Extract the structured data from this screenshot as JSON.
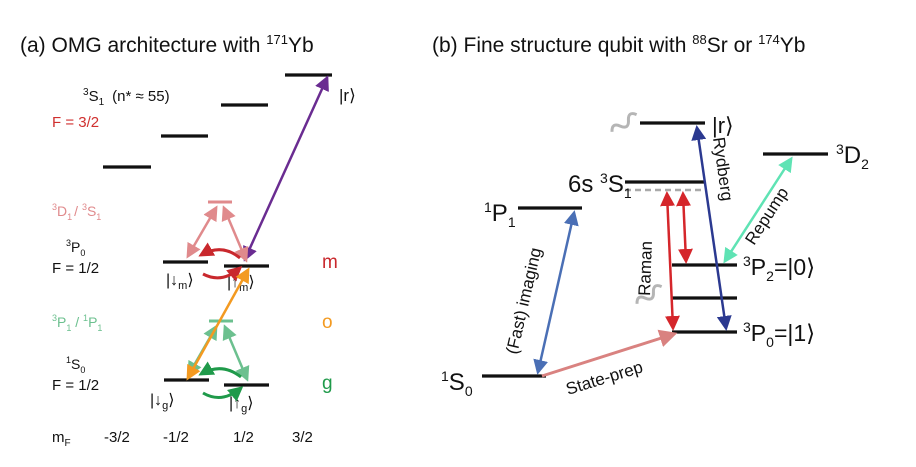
{
  "colors": {
    "black": "#111111",
    "red_label": "#d0302f",
    "pink": "#e08a8c",
    "dark_red": "#c9282d",
    "green_light": "#6cc08f",
    "green": "#1f9a4a",
    "orange": "#f39a21",
    "purple": "#6a2c91",
    "blue": "#4a6fb5",
    "navy": "#2b3990",
    "salmon": "#d98280",
    "mint": "#5fe3b4",
    "red_arrow": "#d5262b",
    "gray": "#a9a9a9"
  },
  "panel_a": {
    "title_main": "(a) OMG architecture with ",
    "title_sup": "171",
    "title_tail": "Yb",
    "rydberg": {
      "sup": "3",
      "base": "S",
      "sub": "1",
      "note": "(n* ≈ 55)",
      "F": "F = 3/2"
    },
    "d1s1": {
      "sup1": "3",
      "base1": "D",
      "sub1": "1",
      "sep": "/ ",
      "sup2": "3",
      "base2": "S",
      "sub2": "1"
    },
    "p0": {
      "sup": "3",
      "base": "P",
      "sub": "0",
      "F": "F = 1/2"
    },
    "p1": {
      "sup1": "3",
      "base1": "P",
      "sub1": "1",
      "sep": " / ",
      "sup2": "1",
      "base2": "P",
      "sub2": "1"
    },
    "s0": {
      "sup": "1",
      "base": "S",
      "sub": "0",
      "F": "F = 1/2"
    },
    "ket_r": "|r⟩",
    "ket_down_m": {
      "open": "|",
      "arrow": "↓",
      "sub": "m",
      "close": "⟩"
    },
    "ket_up_m": {
      "open": "|",
      "arrow": "↑",
      "sub": "m",
      "close": "⟩"
    },
    "ket_down_g": {
      "open": "|",
      "arrow": "↓",
      "sub": "g",
      "close": "⟩"
    },
    "ket_up_g": {
      "open": "|",
      "arrow": "↑",
      "sub": "g",
      "close": "⟩"
    },
    "label_m": "m",
    "label_o": "o",
    "label_g": "g",
    "mf_axis": {
      "base": "m",
      "sub": "F",
      "ticks": [
        "-3/2",
        "-1/2",
        "1/2",
        "3/2"
      ]
    }
  },
  "panel_b": {
    "title_main": "(b) Fine structure qubit with ",
    "title_sup1": "88",
    "title_mid": "Sr or ",
    "title_sup2": "174",
    "title_tail": "Yb",
    "p1": {
      "sup": "1",
      "base": "P",
      "sub": "1"
    },
    "s1": {
      "prefix": "6s ",
      "sup": "3",
      "base": "S",
      "sub": "1"
    },
    "d2": {
      "sup": "3",
      "base": "D",
      "sub": "2"
    },
    "s0": {
      "sup": "1",
      "base": "S",
      "sub": "0"
    },
    "p2": {
      "sup": "3",
      "base": "P",
      "sub": "2",
      "ket": "=|0⟩"
    },
    "p0": {
      "sup": "3",
      "base": "P",
      "sub": "0",
      "ket": "=|1⟩"
    },
    "ket_r": "|r⟩",
    "arrow_labels": {
      "imaging": "(Fast) imaging",
      "raman": "Raman",
      "rydberg": "Rydberg",
      "repump": "Repump",
      "state_prep": "State-prep"
    }
  }
}
